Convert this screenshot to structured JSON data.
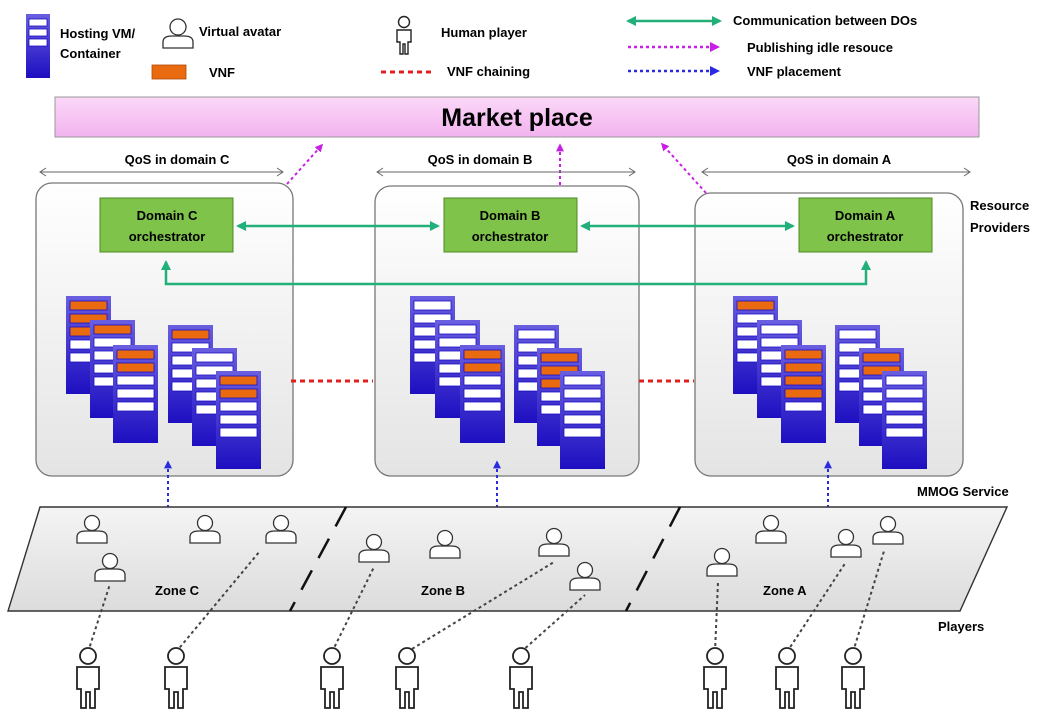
{
  "legend": {
    "hosting_label_1": "Hosting VM/",
    "hosting_label_2": "Container",
    "avatar_label": "Virtual avatar",
    "vnf_label": "VNF",
    "human_label": "Human player",
    "chain_label": "VNF chaining",
    "comm_label": "Communication between DOs",
    "publish_label": "Publishing idle resouce",
    "placement_label": "VNF placement"
  },
  "marketplace": {
    "label": "Market place"
  },
  "domains": [
    {
      "qos": "QoS in domain C",
      "orch_1": "Domain C",
      "orch_2": "orchestrator"
    },
    {
      "qos": "QoS in domain B",
      "orch_1": "Domain B",
      "orch_2": "orchestrator"
    },
    {
      "qos": "QoS in domain A",
      "orch_1": "Domain A",
      "orch_2": "orchestrator"
    }
  ],
  "side_labels": {
    "resource_1": "Resource",
    "resource_2": "Providers",
    "mmog": "MMOG Service",
    "players": "Players"
  },
  "zones": [
    "Zone C",
    "Zone B",
    "Zone A"
  ],
  "colors": {
    "marketplace_fill": "#f7c6f4",
    "orchestrator_fill": "#7fc34a",
    "server_blue": "#2b1fc6",
    "vnf_orange": "#ea6a10",
    "comm_green": "#22b07a",
    "publish_magenta": "#c71fe3",
    "placement_blue": "#2a2ae0",
    "chain_red": "#e02020"
  }
}
